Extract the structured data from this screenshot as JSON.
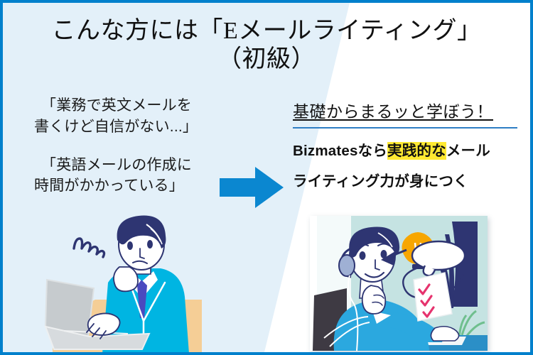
{
  "frame": {
    "border_color": "#0080CC",
    "left_bg_color": "#E3F0F9",
    "right_bg_color": "#FFFFFF"
  },
  "title": {
    "line1": "こんな方には「Eメールライティング」",
    "line2": "（初級）"
  },
  "left_panel": {
    "quotes": [
      {
        "line1": "「業務で英文メールを",
        "line2": "書くけど自信がない...」"
      },
      {
        "line1": "「英語メールの作成に",
        "line2": "時間がかかっている」"
      }
    ],
    "illustration_name": "worried-businessman-at-laptop"
  },
  "arrow": {
    "direction": "right",
    "color": "#0B87D0"
  },
  "right_panel": {
    "headline": "基礎からまるッと学ぼう！",
    "rule_color": "#2E7EC4",
    "body": {
      "line1_pre": "Bizmatesなら",
      "line1_highlight": "実践的な",
      "line1_post": "メール",
      "line2": "ライティング力が身につく",
      "highlight_color": "#FFE932"
    },
    "illustration_name": "smiling-man-headset-at-computer"
  },
  "illustration_colors": {
    "hair_navy": "#2E3572",
    "jacket_cyan": "#00B5E2",
    "shirt_blue": "#2BA8DF",
    "skin_white": "#FFFFFF",
    "tie_violet": "#4A4ABF",
    "laptop_gray": "#C6CBCE",
    "desk_tan": "#F5CE96",
    "bulb_orange": "#F7A600",
    "check_pink": "#E6336E",
    "mint_bg": "#C5E3E2"
  }
}
